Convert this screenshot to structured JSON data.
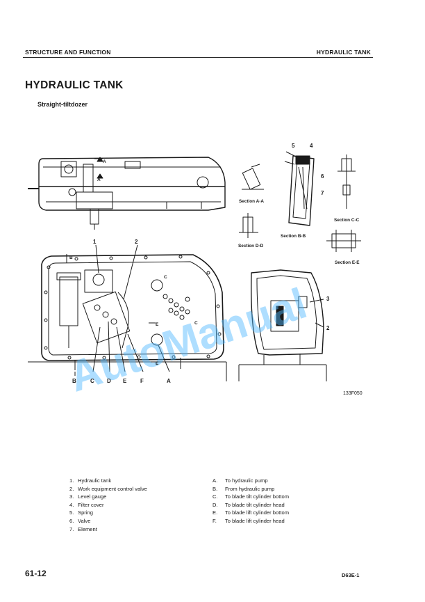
{
  "header": {
    "left": "STRUCTURE AND FUNCTION",
    "right": "HYDRAULIC TANK"
  },
  "title": "HYDRAULIC TANK",
  "subtitle": "Straight-tiltdozer",
  "sections": {
    "aa": "Section A-A",
    "bb": "Section B-B",
    "cc": "Section C-C",
    "dd": "Section D-D",
    "ee": "Section E-E"
  },
  "callouts": {
    "n1": "1",
    "n2": "2",
    "n3": "3",
    "n4": "4",
    "n5": "5",
    "n6": "6",
    "n7": "7",
    "a": "A",
    "b": "B",
    "c": "C",
    "d": "D",
    "e": "E",
    "f": "F"
  },
  "figure_number": "133F050",
  "watermark": "AutoManual",
  "legend_numbers": [
    {
      "key": "1.",
      "text": "Hydraulic tank"
    },
    {
      "key": "2.",
      "text": "Work equipment control valve"
    },
    {
      "key": "3.",
      "text": "Level gauge"
    },
    {
      "key": "4.",
      "text": "Filter cover"
    },
    {
      "key": "5.",
      "text": "Spring"
    },
    {
      "key": "6.",
      "text": "Valve"
    },
    {
      "key": "7.",
      "text": "Element"
    }
  ],
  "legend_letters": [
    {
      "key": "A.",
      "text": "To hydraulic pump"
    },
    {
      "key": "B.",
      "text": "From hydraulic pump"
    },
    {
      "key": "C.",
      "text": "To blade tilt cylinder bottom"
    },
    {
      "key": "D.",
      "text": "To blade tilt cylinder head"
    },
    {
      "key": "E.",
      "text": "To blade lift cylinder bottom"
    },
    {
      "key": "F.",
      "text": "To blade lift cylinder head"
    }
  ],
  "footer": {
    "page": "61-12",
    "model": "D63E-1"
  },
  "colors": {
    "ink": "#1a1a1a",
    "watermark": "#4db8ff"
  }
}
